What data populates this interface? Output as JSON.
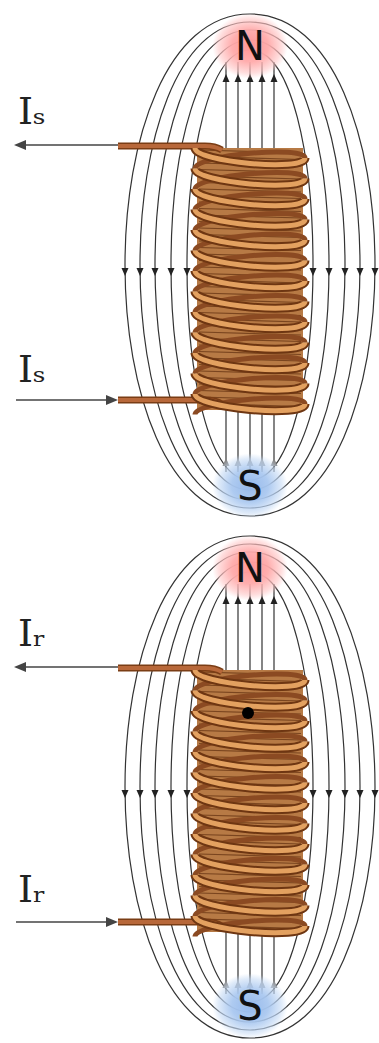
{
  "diagram": {
    "labels": [
      "N",
      "Iₛ",
      "Iₛ",
      "S",
      "N",
      "Iᵣ",
      "Iᵣ",
      "S"
    ]
  }
}
